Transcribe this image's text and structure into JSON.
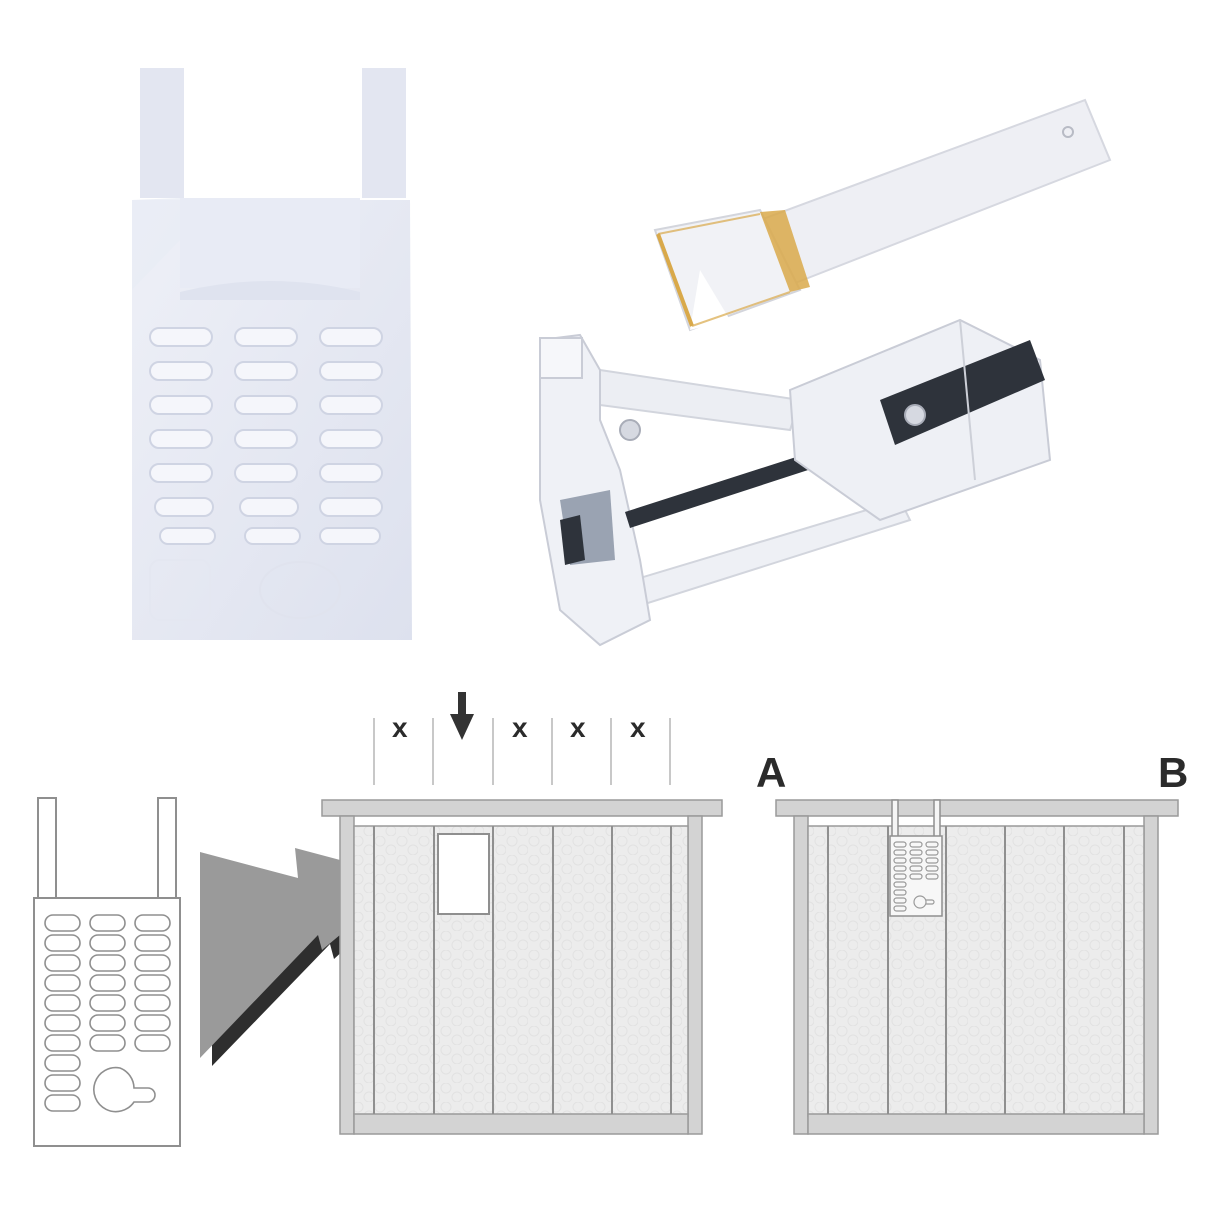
{
  "photos": {
    "cage_box": {
      "description": "frosted plastic queen cage box with two top tabs and slotted front",
      "slot_columns": 3,
      "slot_rows": 7,
      "color": "#e6e9f3"
    },
    "transfer_tool": {
      "description": "clear plastic transfer stick with V-notch tip and amber rubber band",
      "band_color": "#d9a94a"
    },
    "catcher_clip": {
      "description": "clear plastic clip catcher with black sliding rod and spring-loaded hinge",
      "rod_color": "#2e333b"
    }
  },
  "diagram": {
    "column_marks": [
      "x",
      "↓",
      "x",
      "x",
      "x"
    ],
    "insert_arrow_color": "#9a9a9a",
    "position_labels": {
      "left": "A",
      "right": "B"
    },
    "frame_color": "#c9c9c9",
    "comb_color": "#ececec",
    "outline_color": "#8f8f8f"
  }
}
